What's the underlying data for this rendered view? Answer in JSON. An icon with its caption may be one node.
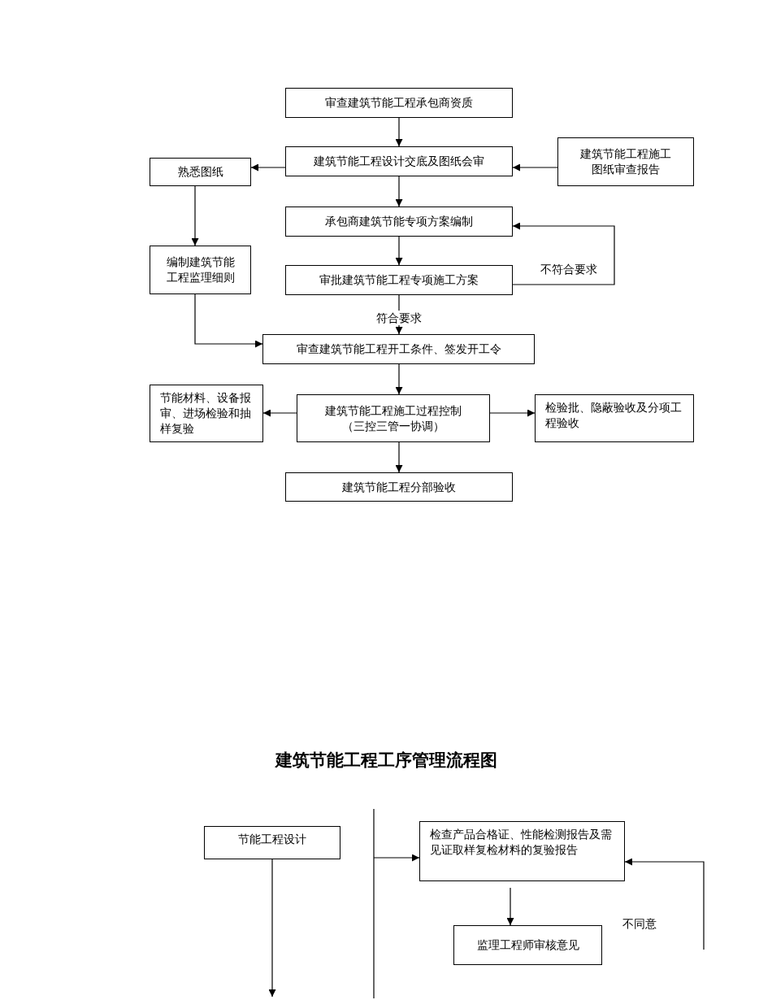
{
  "diagram": {
    "title": "建筑节能工程工序管理流程图",
    "nodes": [
      {
        "text": [
          "审查建筑节能工程承包商资质"
        ]
      },
      {
        "text": [
          "建筑节能工程设计交底及图纸会审"
        ]
      },
      {
        "text": [
          "熟悉图纸"
        ]
      },
      {
        "text": [
          "建筑节能工程施工图纸审查报告"
        ]
      },
      {
        "text": [
          "承包商建筑节能专项方案编制"
        ]
      },
      {
        "text": [
          "编制建筑节能工程监理细则"
        ]
      },
      {
        "text": [
          "审批建筑节能工程专项施工方案"
        ]
      },
      {
        "text": [
          "审查建筑节能工程开工条件、签发开工令"
        ]
      },
      {
        "text": [
          "节能材料、设备报审、进场检验和抽样复验"
        ]
      },
      {
        "text": [
          "建筑节能工程施工过程控制",
          "（三控三管一协调）"
        ]
      },
      {
        "text": [
          "检验批、隐蔽验收及分项工程验收"
        ]
      },
      {
        "text": [
          "建筑节能工程分部验收"
        ]
      },
      {
        "text": [
          "节能工程设计"
        ]
      },
      {
        "text": [
          "检查产品合格证、性能检测报告及需见证取样复检材料的复验报告"
        ]
      },
      {
        "text": [
          "监理工程师审核意见"
        ]
      }
    ],
    "edges": [
      {
        "from": 0,
        "to": 1,
        "arrow": "to"
      },
      {
        "from": 1,
        "to": 2,
        "arrow": "to"
      },
      {
        "from": 3,
        "to": 1,
        "arrow": "to"
      },
      {
        "from": 1,
        "to": 4,
        "arrow": "to"
      },
      {
        "from": 2,
        "to": 5,
        "arrow": "to"
      },
      {
        "from": 4,
        "to": 6,
        "arrow": "to"
      },
      {
        "from": 6,
        "to": 4,
        "arrow": "to",
        "label": "不符合要求"
      },
      {
        "from": 6,
        "to": 7,
        "arrow": "to",
        "label": "符合要求"
      },
      {
        "from": 5,
        "to": 7,
        "arrow": "to"
      },
      {
        "from": 7,
        "to": 9,
        "arrow": "to"
      },
      {
        "from": 9,
        "to": 8,
        "arrow": "to"
      },
      {
        "from": 9,
        "to": 10,
        "arrow": "to"
      },
      {
        "from": 9,
        "to": 11,
        "arrow": "to"
      },
      {
        "from": 12,
        "to": null,
        "arrow": "to"
      },
      {
        "from": null,
        "to": 13,
        "arrow": "to"
      },
      {
        "from": 13,
        "to": 14,
        "arrow": "to"
      },
      {
        "from": null,
        "to": 13,
        "arrow": "to"
      }
    ],
    "labels": [
      "不同意"
    ]
  }
}
